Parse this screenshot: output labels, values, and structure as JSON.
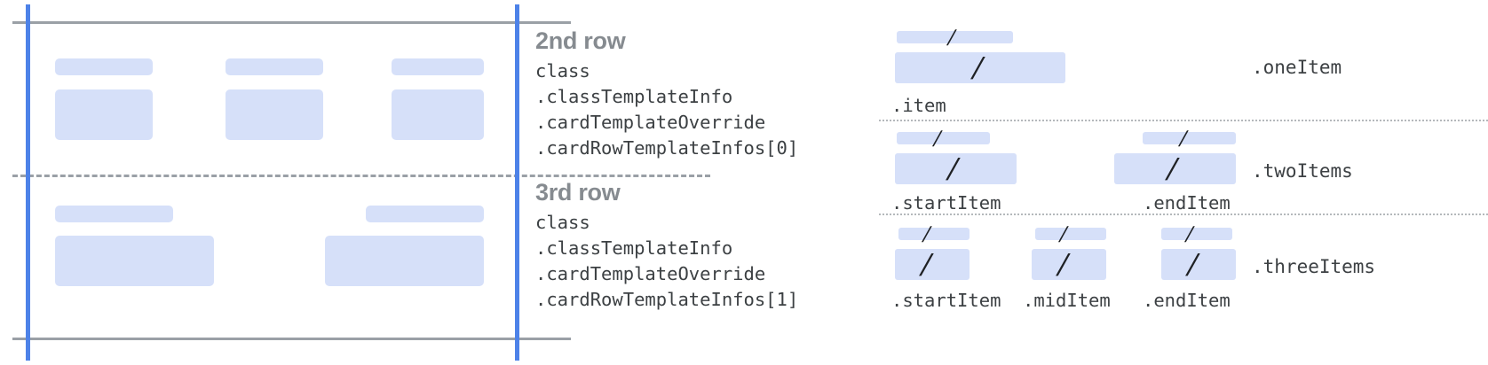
{
  "diagram": {
    "title_hidden": "",
    "left_panel": {
      "rows": [
        {
          "name": "2nd row",
          "columns": 3,
          "items": [
            {
              "label_bar": true,
              "content_box": true
            },
            {
              "label_bar": true,
              "content_box": true
            },
            {
              "label_bar": true,
              "content_box": true
            }
          ]
        },
        {
          "name": "3rd row",
          "columns": 2,
          "items": [
            {
              "label_bar": true,
              "content_box": true
            },
            {
              "label_bar": true,
              "content_box": true
            }
          ]
        }
      ]
    },
    "annotations": [
      {
        "heading": "2nd row",
        "lines": [
          "class",
          ".classTemplateInfo",
          ".cardTemplateOverride",
          ".cardRowTemplateInfos[0]"
        ]
      },
      {
        "heading": "3rd row",
        "lines": [
          "class",
          ".classTemplateInfo",
          ".cardTemplateOverride",
          ".cardRowTemplateInfos[1]"
        ]
      }
    ],
    "right_panel": {
      "groups": [
        {
          "group_label": ".oneItem",
          "slots": [
            {
              "label": ".item",
              "glyph": "/"
            }
          ]
        },
        {
          "group_label": ".twoItems",
          "slots": [
            {
              "label": ".startItem",
              "glyph": "/"
            },
            {
              "label": ".endItem",
              "glyph": "/"
            }
          ]
        },
        {
          "group_label": ".threeItems",
          "slots": [
            {
              "label": ".startItem",
              "glyph": "/"
            },
            {
              "label": ".midItem",
              "glyph": "/"
            },
            {
              "label": ".endItem",
              "glyph": "/"
            }
          ]
        }
      ]
    },
    "colors": {
      "placeholder_fill": "#d6e0f9",
      "guide_blue": "#4d82e8",
      "guide_gray": "#9aa0a6",
      "heading_gray": "#868b90",
      "mono_text": "#3c4043",
      "background": "#ffffff"
    }
  }
}
